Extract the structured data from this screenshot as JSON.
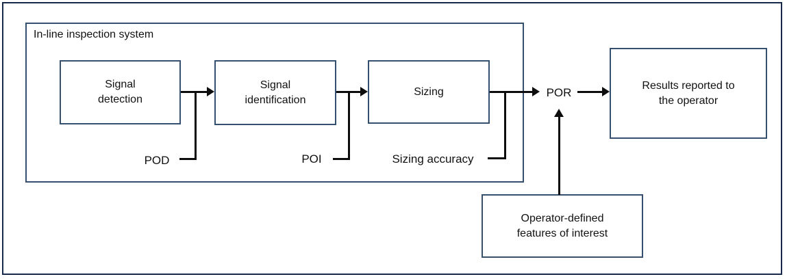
{
  "group": {
    "label": "In-line inspection system"
  },
  "boxes": [
    {
      "id": "signal-detection",
      "label": "Signal\ndetection"
    },
    {
      "id": "signal-identification",
      "label": "Signal\nidentification"
    },
    {
      "id": "sizing",
      "label": "Sizing"
    },
    {
      "id": "results-reported",
      "label": "Results reported to\nthe operator"
    },
    {
      "id": "operator-defined",
      "label": "Operator-defined\nfeatures of interest"
    }
  ],
  "metric_labels": {
    "pod": "POD",
    "poi": "POI",
    "sizing_accuracy": "Sizing accuracy",
    "por": "POR"
  },
  "colors": {
    "outer_border": "#17294a",
    "box_border": "#35506f",
    "connector": "#0d0d0d",
    "text": "#111111",
    "background": "#ffffff"
  }
}
